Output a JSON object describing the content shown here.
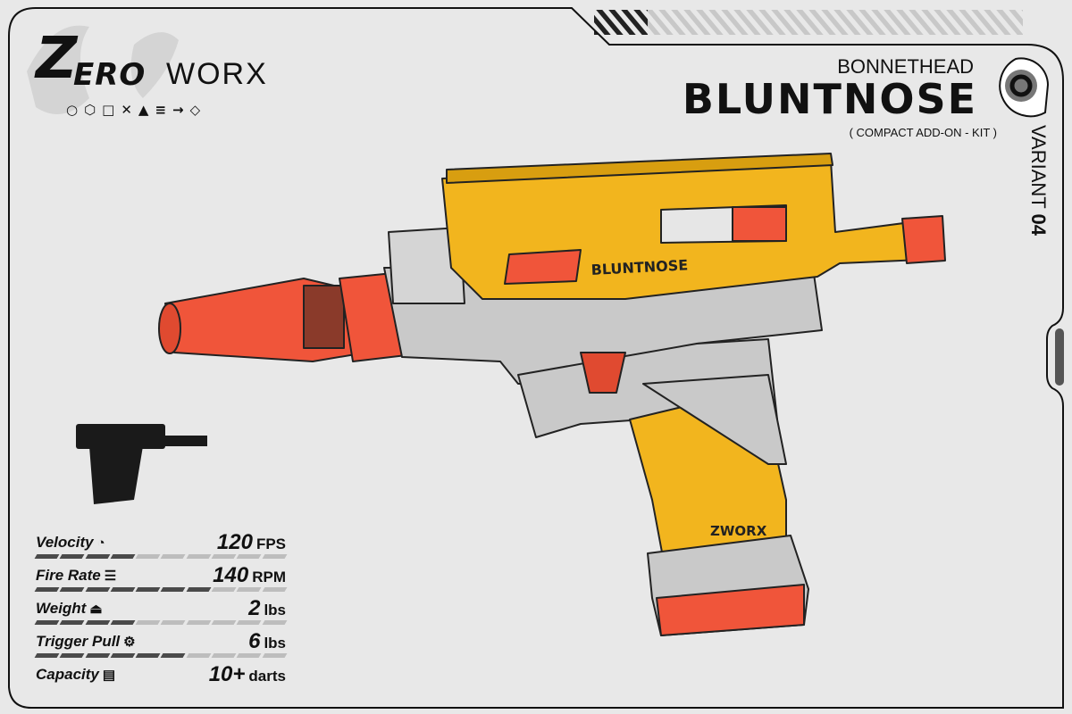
{
  "brand": {
    "logo_z": "Z",
    "logo_ero": "ERO",
    "logo_worx": "WORX",
    "glyphs": "○⬡□✕▲≡→◇"
  },
  "header": {
    "subtitle": "BONNETHEAD",
    "title": "BLUNTNOSE",
    "kit": "( COMPACT ADD-ON - KIT )",
    "variant_label": "VARIANT",
    "variant_num": "04"
  },
  "gun_labels": {
    "side_text": "BLUNTNOSE",
    "grip_logo": "ZWORX"
  },
  "colors": {
    "yellow": "#f2b51e",
    "red": "#f0553a",
    "grey": "#c9c9c9",
    "dark": "#111111"
  },
  "stats": [
    {
      "label": "Velocity",
      "icon": "speedometer-icon",
      "value": "120",
      "unit": "FPS",
      "level": 0.4
    },
    {
      "label": "Fire Rate",
      "icon": "bullets-icon",
      "value": "140",
      "unit": "RPM",
      "level": 0.7
    },
    {
      "label": "Weight",
      "icon": "kettlebell-icon",
      "value": "2",
      "unit": "lbs",
      "level": 0.4
    },
    {
      "label": "Trigger Pull",
      "icon": "trigger-icon",
      "value": "6",
      "unit": "lbs",
      "level": 0.6
    },
    {
      "label": "Capacity",
      "icon": "magazine-icon",
      "value": "10+",
      "unit": "darts",
      "level": null
    }
  ]
}
